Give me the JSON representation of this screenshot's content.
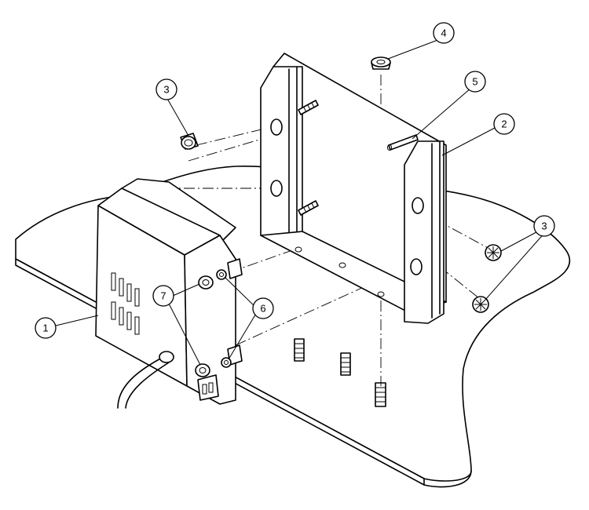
{
  "callouts": {
    "c1": "1",
    "c2": "2",
    "c3a": "3",
    "c3b": "3",
    "c4": "4",
    "c5": "5",
    "c6": "6",
    "c7": "7"
  },
  "colors": {
    "line": "#000000",
    "background": "#ffffff"
  }
}
